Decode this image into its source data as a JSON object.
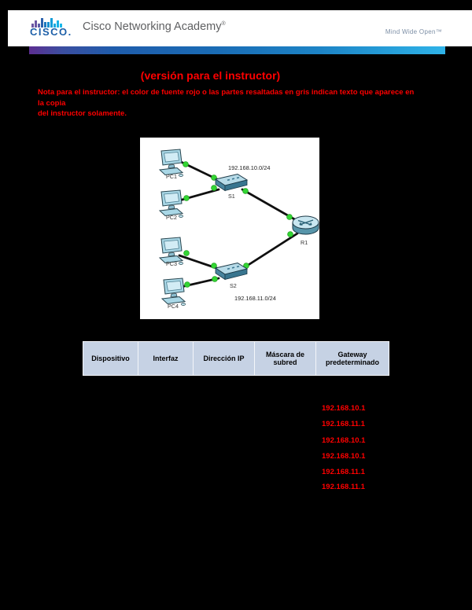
{
  "header": {
    "brand": "CISCO.",
    "academy": "Cisco Networking Academy",
    "registered": "®",
    "tagline": "Mind Wide Open™"
  },
  "instructor": {
    "title": "(versión para el instructor)",
    "note_line1": "Nota para el instructor: el color de fuente rojo o las partes resaltadas en gris indican texto que aparece en la copia",
    "note_line2": "del instructor solamente."
  },
  "topology": {
    "devices": [
      {
        "id": "PC1",
        "type": "pc",
        "label": "PC1"
      },
      {
        "id": "PC2",
        "type": "pc",
        "label": "PC2"
      },
      {
        "id": "PC3",
        "type": "pc",
        "label": "PC3"
      },
      {
        "id": "PC4",
        "type": "pc",
        "label": "PC4"
      },
      {
        "id": "S1",
        "type": "switch",
        "label": "S1"
      },
      {
        "id": "S2",
        "type": "switch",
        "label": "S2"
      },
      {
        "id": "R1",
        "type": "router",
        "label": "R1"
      }
    ],
    "links": [
      "PC1-S1",
      "PC2-S1",
      "S1-R1",
      "PC3-S2",
      "PC4-S2",
      "S2-R1"
    ],
    "subnets": [
      "192.168.10.0/24",
      "192.168.11.0/24"
    ],
    "link_status_color": "#33d633"
  },
  "table": {
    "headers": [
      "Dispositivo",
      "Interfaz",
      "Dirección IP",
      "Máscara de subred",
      "Gateway predeterminado"
    ],
    "header_bg": "#c6d2e4"
  },
  "answers": {
    "values": [
      "192.168.10.1",
      "192.168.11.1",
      "192.168.10.1",
      "192.168.10.1",
      "192.168.11.1",
      "192.168.11.1"
    ],
    "color": "#ff0000"
  },
  "colors": {
    "page_background": "#000000",
    "header_strip": "#ffffff",
    "gradient_left": "#5c2e91",
    "gradient_right": "#2fb3e8",
    "cisco_blue": "#1c5fa8",
    "instructor_red": "#ff0000"
  }
}
